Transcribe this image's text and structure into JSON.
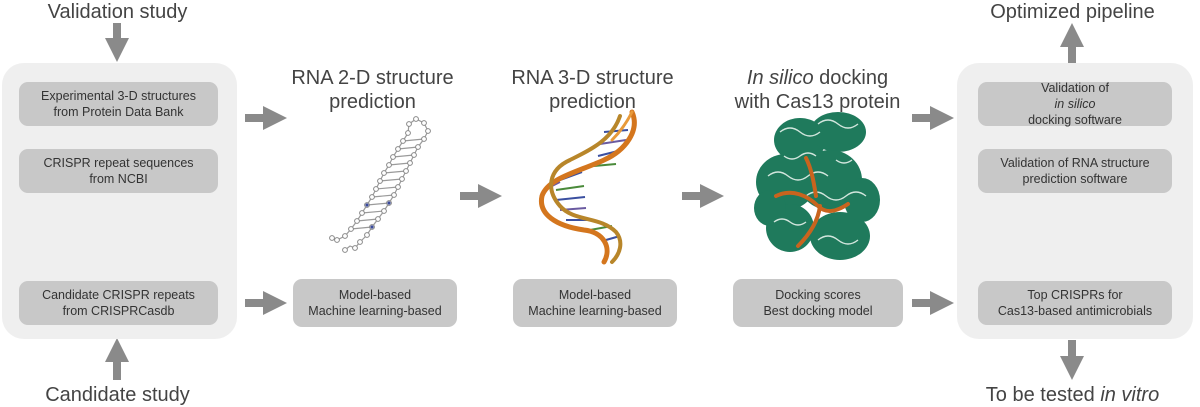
{
  "left_panel": {
    "top_label": "Validation study",
    "bottom_label": "Candidate study",
    "boxes": [
      {
        "line1": "Experimental 3-D structures",
        "line2": "from Protein Data Bank"
      },
      {
        "line1": "CRISPR repeat sequences",
        "line2": "from NCBI"
      },
      {
        "line1": "Candidate CRISPR repeats",
        "line2": "from CRISPRCasdb"
      }
    ]
  },
  "stages": [
    {
      "title_line1": "RNA 2-D structure",
      "title_line2": "prediction",
      "box_line1": "Model-based",
      "box_line2": "Machine learning-based",
      "image_icon": "rna-secondary-structure-icon"
    },
    {
      "title_line1": "RNA 3-D structure",
      "title_line2": "prediction",
      "box_line1": "Model-based",
      "box_line2": "Machine learning-based",
      "image_icon": "rna-tertiary-structure-icon"
    },
    {
      "title_line1_italic": "In silico",
      "title_line1_rest": " docking",
      "title_line2": "with Cas13 protein",
      "box_line1": "Docking scores",
      "box_line2": "Best docking model",
      "image_icon": "cas13-protein-docking-icon"
    }
  ],
  "right_panel": {
    "top_label": "Optimized pipeline",
    "bottom_label_plain": "To be tested ",
    "bottom_label_italic": "in vitro",
    "boxes": [
      {
        "line1": "Validation of",
        "line2_italic": "in silico",
        "line2_rest": " docking software"
      },
      {
        "line1": "Validation of RNA structure",
        "line2": "prediction software"
      },
      {
        "line1": "Top CRISPRs for",
        "line2": "Cas13-based antimicrobials"
      }
    ]
  },
  "colors": {
    "arrow": "#8a8a8a",
    "panel": "#efefef",
    "box": "#c8c8c8",
    "protein": "#1f7a5c",
    "rna": "#d4761e"
  }
}
